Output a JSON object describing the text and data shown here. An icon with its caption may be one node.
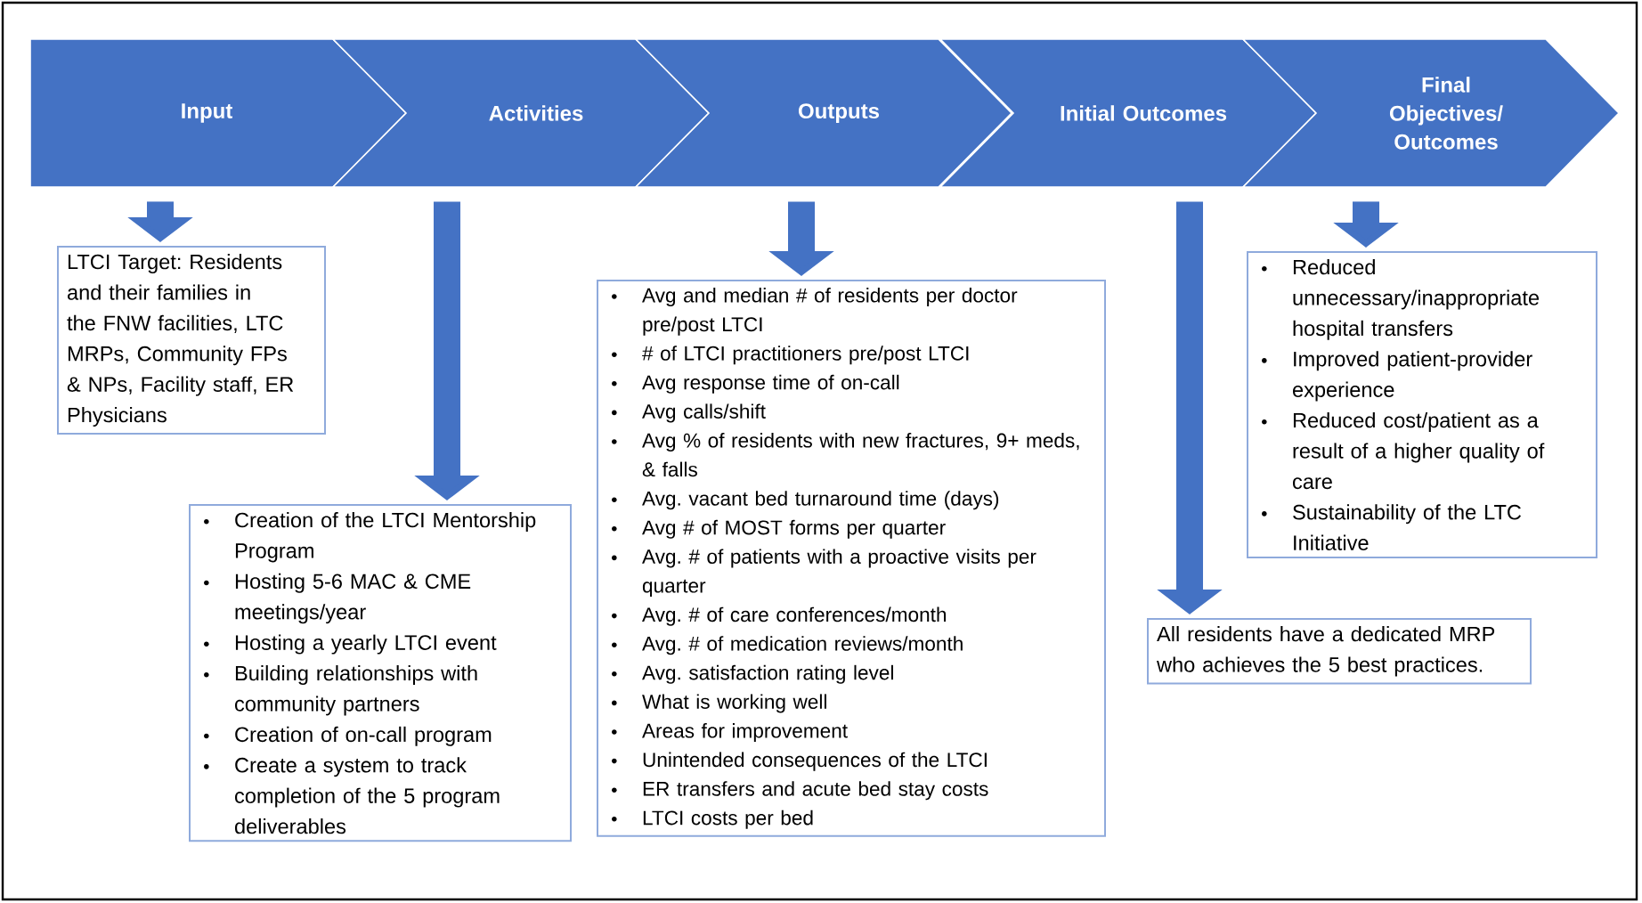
{
  "diagram": {
    "nodes": [
      {
        "text": [
          "Input"
        ]
      },
      {
        "text": [
          "Activities"
        ]
      },
      {
        "text": [
          "Outputs"
        ]
      },
      {
        "text": [
          "Initial Outcomes"
        ]
      },
      {
        "text": [
          "Final Objectives/ Outcomes"
        ]
      },
      {
        "text": [
          "LTCI Target: Residents and their families in the FNW facilities, LTC MRPs, Community FPs & NPs, Facility staff, ER Physicians"
        ]
      },
      {
        "text": [
          "Creation of the LTCI Mentorship Program",
          "Hosting 5-6 MAC & CME meetings/year",
          "Hosting a yearly LTCI event",
          "Building relationships with community partners",
          "Creation of on-call program",
          "Create a system to track completion of the 5 program deliverables"
        ]
      },
      {
        "text": [
          "Avg and median # of residents per doctor pre/post LTCI",
          "# of LTCI practitioners pre/post LTCI",
          "Avg response time of on-call",
          "Avg calls/shift",
          "Avg % of residents with new fractures, 9+ meds, & falls",
          "Avg. vacant bed turnaround time (days)",
          "Avg # of MOST forms per quarter",
          "Avg. # of patients with a proactive visits per quarter",
          "Avg. # of care conferences/month",
          "Avg. # of medication reviews/month",
          "Avg. satisfaction rating level",
          "What is working well",
          "Areas for improvement",
          "Unintended consequences of the LTCI",
          "ER transfers and acute bed stay costs",
          "LTCI costs per bed"
        ]
      },
      {
        "text": [
          "All residents have a dedicated MRP who achieves the 5 best practices."
        ]
      },
      {
        "text": [
          "Reduced unnecessary/inappropriate hospital transfers",
          "Improved patient-provider experience",
          "Reduced cost/patient as a result of a higher quality of care",
          "Sustainability of the LTC Initiative"
        ]
      }
    ],
    "edges": [
      {
        "from": 0,
        "to": 5,
        "arrow": "to"
      },
      {
        "from": 1,
        "to": 6,
        "arrow": "to"
      },
      {
        "from": 2,
        "to": 7,
        "arrow": "to"
      },
      {
        "from": 3,
        "to": 8,
        "arrow": "to"
      },
      {
        "from": 4,
        "to": 9,
        "arrow": "to"
      }
    ]
  }
}
